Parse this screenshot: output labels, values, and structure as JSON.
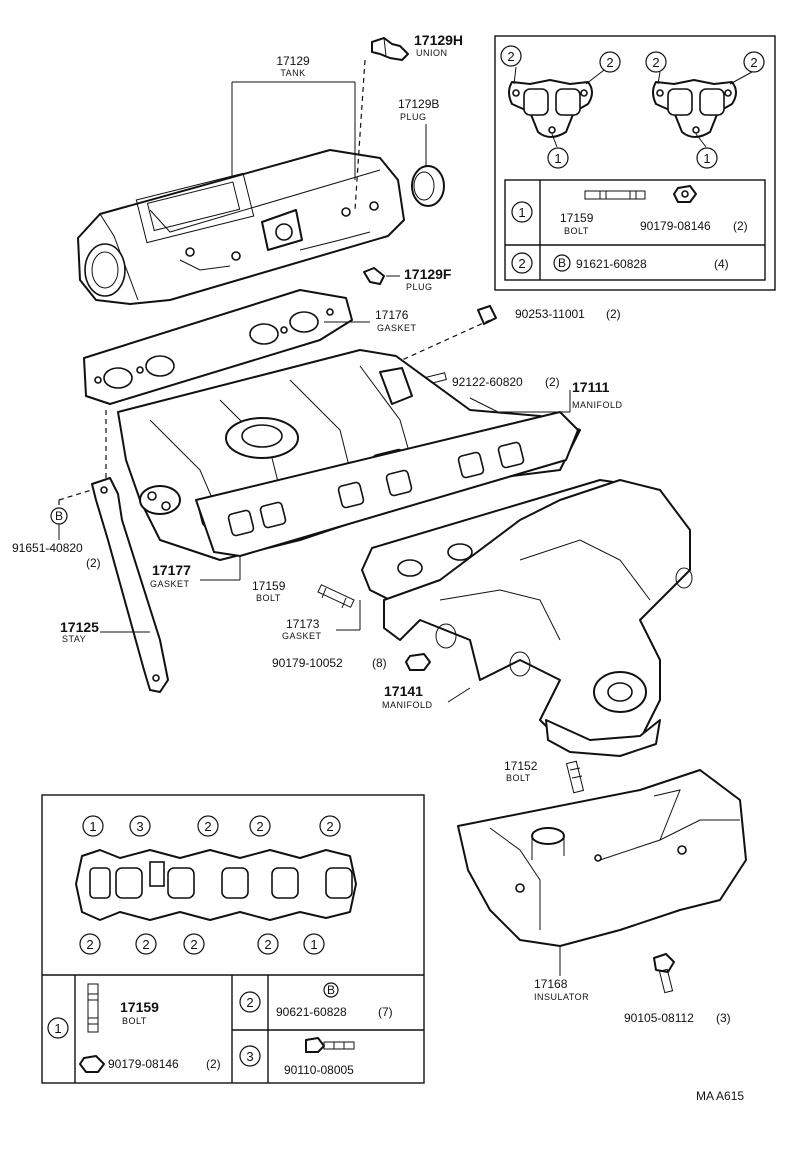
{
  "parts": {
    "union": {
      "number": "17129H",
      "name": "UNION"
    },
    "tank": {
      "number": "17129",
      "name": "TANK"
    },
    "plug_b": {
      "number": "17129B",
      "name": "PLUG"
    },
    "plug_f": {
      "number": "17129F",
      "name": "PLUG"
    },
    "gasket_17176": {
      "number": "17176",
      "name": "GASKET"
    },
    "stud_90253": {
      "number": "90253-11001",
      "qty": "(2)"
    },
    "stud_92122": {
      "number": "92122-60820",
      "qty": "(2)"
    },
    "manifold_intake": {
      "number": "17111",
      "name": "MANIFOLD"
    },
    "bolt_91651": {
      "number": "91651-40820",
      "qty": "(2)",
      "marker": "B"
    },
    "gasket_17177": {
      "number": "17177",
      "name": "GASKET"
    },
    "bolt_17159": {
      "number": "17159",
      "name": "BOLT"
    },
    "stay": {
      "number": "17125",
      "name": "STAY"
    },
    "gasket_17173": {
      "number": "17173",
      "name": "GASKET"
    },
    "nut_90179_10052": {
      "number": "90179-10052",
      "qty": "(8)"
    },
    "manifold_exhaust": {
      "number": "17141",
      "name": "MANIFOLD"
    },
    "bolt_17152": {
      "number": "17152",
      "name": "BOLT"
    },
    "insulator": {
      "number": "17168",
      "name": "INSULATOR"
    },
    "bolt_90105": {
      "number": "90105-08112",
      "qty": "(3)"
    }
  },
  "top_legend": {
    "gasket_markers_left": [
      "2",
      "2",
      "1"
    ],
    "gasket_markers_right": [
      "2",
      "2",
      "1"
    ],
    "row1": {
      "key": "1",
      "bolt_number": "17159",
      "bolt_name": "BOLT",
      "nut_number": "90179-08146",
      "nut_qty": "(2)"
    },
    "row2": {
      "key": "2",
      "marker": "B",
      "number": "91621-60828",
      "qty": "(4)"
    }
  },
  "bottom_legend": {
    "gasket_markers_top": [
      "1",
      "3",
      "2",
      "2",
      "2"
    ],
    "gasket_markers_bottom": [
      "2",
      "2",
      "2",
      "2",
      "1"
    ],
    "row1": {
      "key": "1",
      "bolt_number": "17159",
      "bolt_name": "BOLT",
      "nut_number": "90179-08146",
      "nut_qty": "(2)"
    },
    "row2": {
      "key": "2",
      "marker": "B",
      "number": "90621-60828",
      "qty": "(7)"
    },
    "row3": {
      "key": "3",
      "number": "90110-08005"
    }
  },
  "figure_code": "MA A615"
}
